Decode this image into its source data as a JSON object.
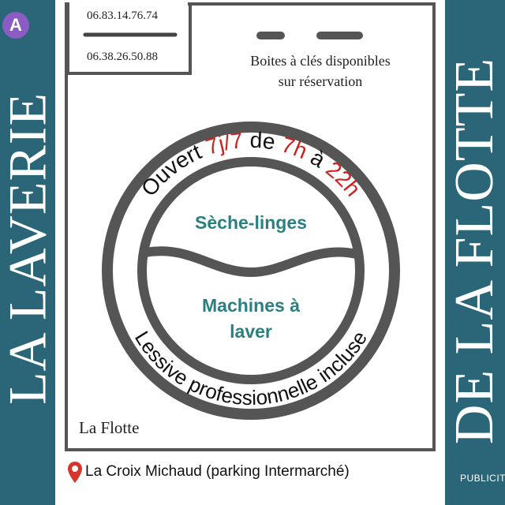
{
  "badge": "A",
  "left_title": "LA LAVERIE",
  "right_title": "DE LA FLOTTE",
  "publicity": "PUBLICIT",
  "phones": [
    "06.83.14.76.74",
    "06.38.26.50.88"
  ],
  "key_boxes": [
    "Boites à clés disponibles",
    "sur réservation"
  ],
  "ring_top": {
    "t1": "Ouvert ",
    "t2": "7j/7",
    "t3": " de ",
    "t4": "7h",
    "t5": " à ",
    "t6": "22h"
  },
  "ring_bottom": "Lessive professionnelle incluse",
  "dryers": "Sèche-linges",
  "washers_1": "Machines à",
  "washers_2": "laver",
  "town": "La Flotte",
  "address": "La Croix Michaud (parking Intermarché)",
  "colors": {
    "teal": "#2a6677",
    "red": "#cc2222",
    "label_green": "#2a8080",
    "ring": "#555555"
  },
  "icons": [
    "map-pin-icon"
  ]
}
